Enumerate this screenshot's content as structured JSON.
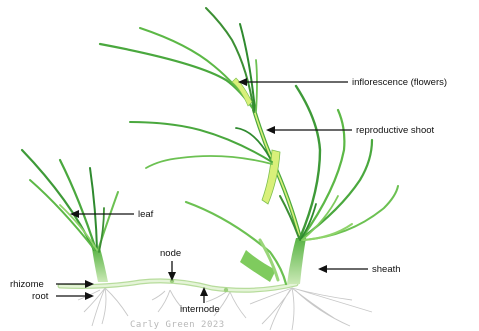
{
  "labels": {
    "inflorescence": "inflorescence (flowers)",
    "reproductive_shoot": "reproductive shoot",
    "leaf": "leaf",
    "sheath": "sheath",
    "node": "node",
    "rhizome": "rhizome",
    "root": "root",
    "internode": "internode"
  },
  "credit": "Carly Green 2023",
  "colors": {
    "leaf_light": "#8fd46a",
    "leaf_mid": "#5cb846",
    "leaf_dark": "#3c8f34",
    "flower_yellow": "#d9f07a",
    "rhizome": "#d6ecc4",
    "root": "#c9c9c9"
  }
}
